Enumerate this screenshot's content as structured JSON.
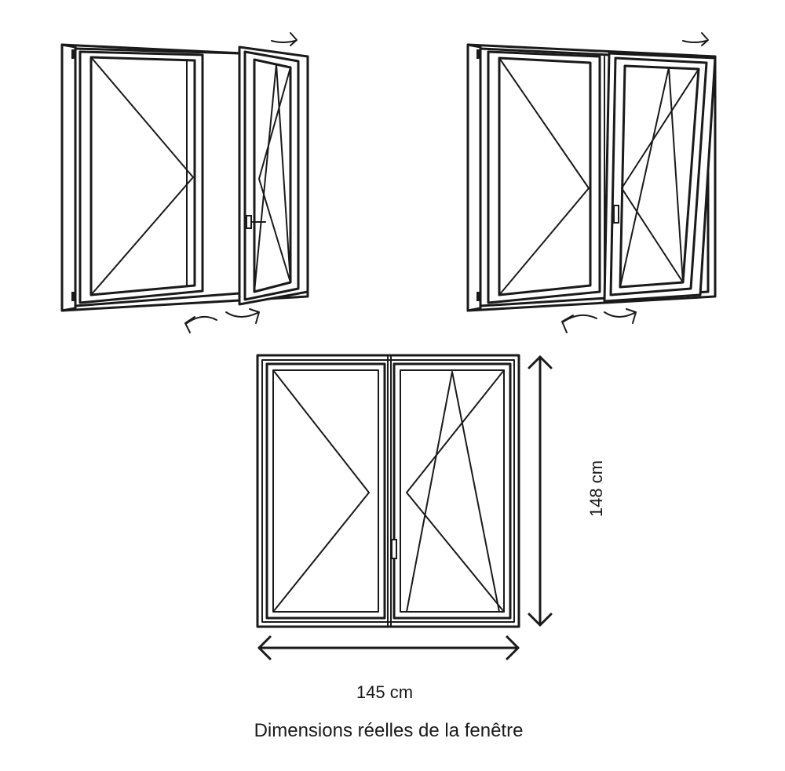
{
  "labels": {
    "width": "145 cm",
    "height": "148 cm",
    "caption": "Dimensions réelles de la fenêtre"
  },
  "icons": [
    "swing-arrow-icon",
    "tilt-arrow-icon",
    "width-arrow-icon",
    "height-arrow-icon"
  ],
  "colors": {
    "line": "#1a1a1a",
    "background": "#ffffff"
  }
}
